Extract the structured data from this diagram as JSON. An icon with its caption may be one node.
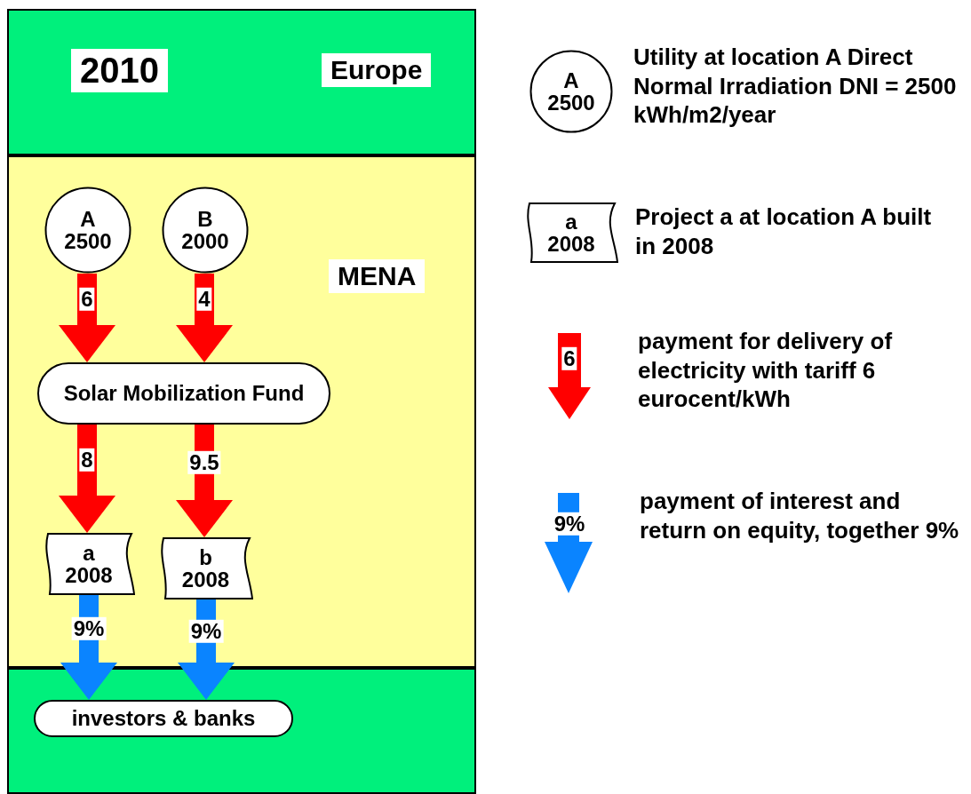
{
  "diagram": {
    "nodes": [
      {
        "text": [
          "2010",
          "Europe"
        ]
      },
      {
        "text": [
          "MENA"
        ]
      },
      {
        "text": [
          "A",
          "2500"
        ],
        "in": 1
      },
      {
        "text": [
          "B",
          "2000"
        ],
        "in": 1
      },
      {
        "text": [
          "Solar Mobilization Fund"
        ],
        "in": 1
      },
      {
        "text": [
          "a",
          "2008"
        ],
        "in": 1
      },
      {
        "text": [
          "b",
          "2008"
        ],
        "in": 1
      },
      {
        "text": [],
        "shape": "box"
      },
      {
        "text": [
          "investors & banks"
        ],
        "in": 7
      },
      {
        "text": [
          "A",
          "2500"
        ],
        "beside": [
          "Utility at location A Direct Normal Irradiation DNI = 2500 kWh/m2/year"
        ]
      },
      {
        "text": [
          "a",
          "2008"
        ],
        "beside": [
          "Project a at location A built in 2008"
        ]
      }
    ],
    "edges": [
      {
        "from": 2,
        "to": 4,
        "arrow": "to",
        "label": "6"
      },
      {
        "from": 3,
        "to": 4,
        "arrow": "to",
        "label": "4"
      },
      {
        "from": 4,
        "to": 5,
        "arrow": "to",
        "label": "8"
      },
      {
        "from": 4,
        "to": 6,
        "arrow": "to",
        "label": "9.5"
      },
      {
        "from": 5,
        "to": 8,
        "arrow": "to",
        "label": "9%",
        "color": "#0a84ff"
      },
      {
        "from": 6,
        "to": 8,
        "arrow": "to",
        "label": "9%",
        "color": "#0a84ff"
      }
    ],
    "labels": [
      "6",
      "9%"
    ],
    "legend": [
      {
        "text": "payment for delivery of electricity with tariff 6 eurocent/kWh"
      },
      {
        "text": "payment of interest and return on equity, together  9%"
      }
    ]
  }
}
